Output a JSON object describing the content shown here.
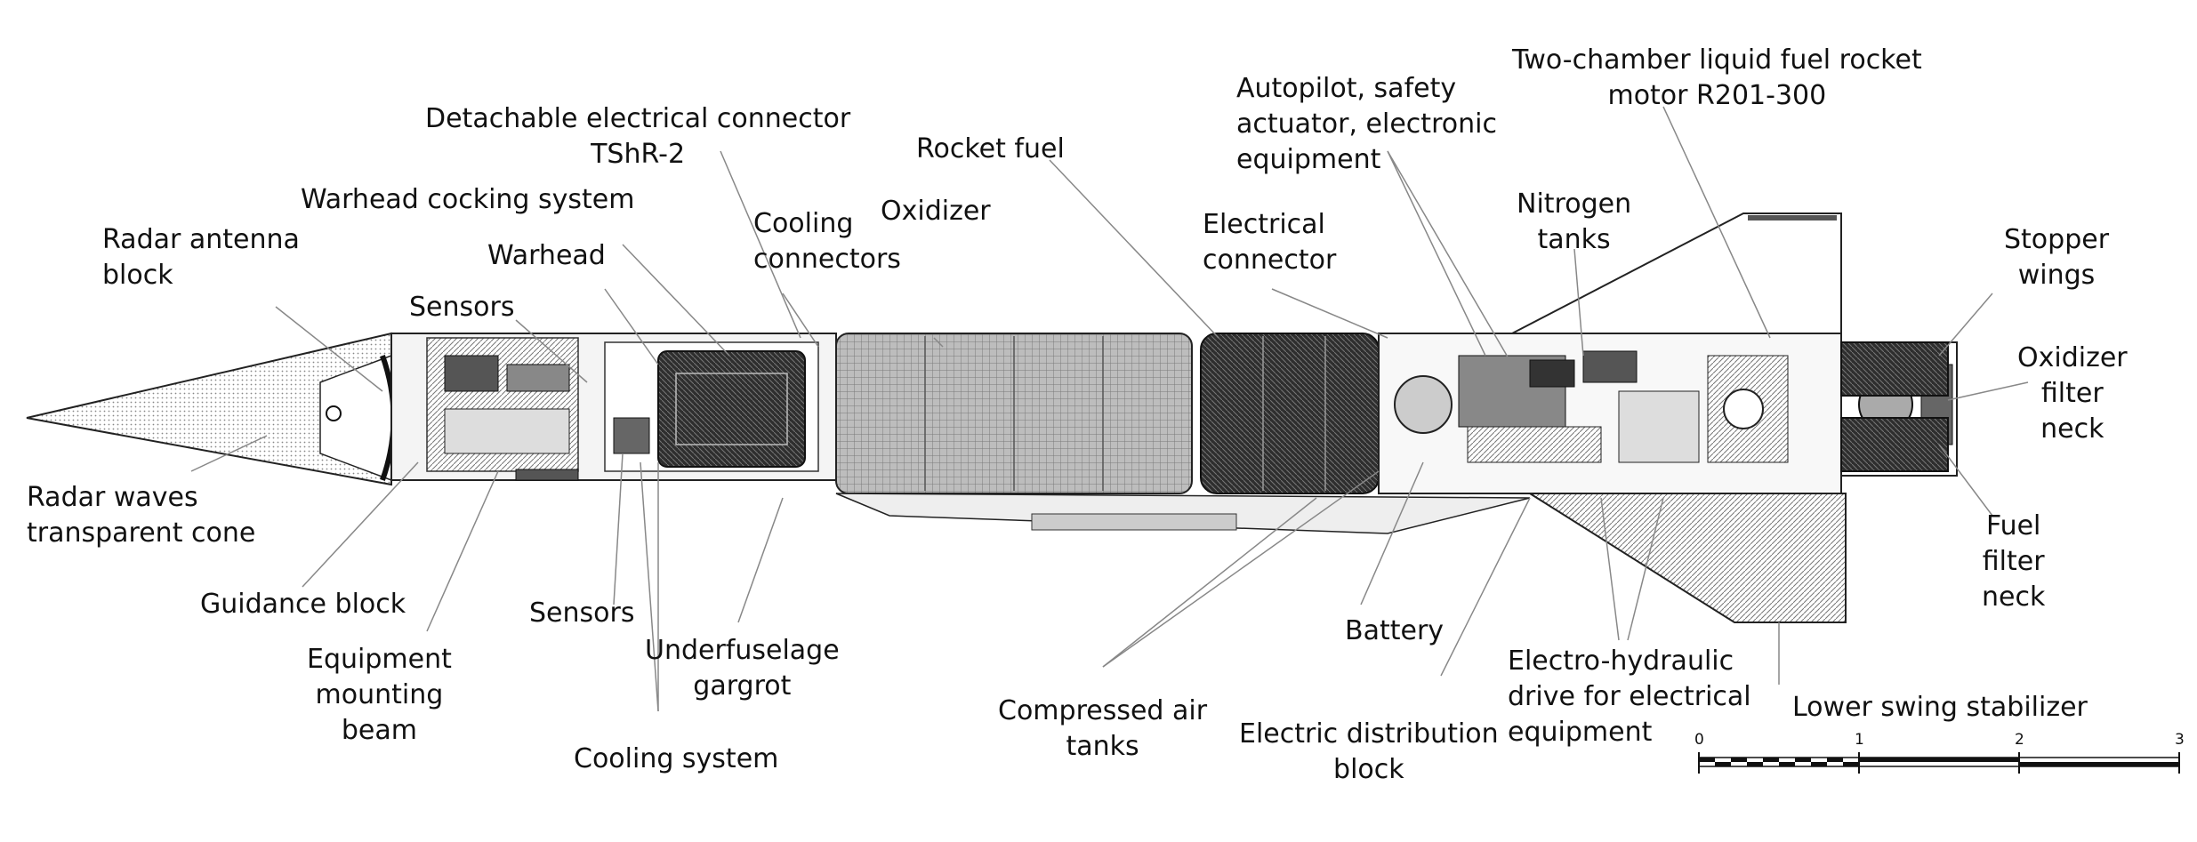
{
  "labels": {
    "radar_cone": [
      "Radar waves",
      "transparent cone"
    ],
    "radar_antenna": [
      "Radar antenna",
      "block"
    ],
    "guidance_block": [
      "Guidance block"
    ],
    "equipment_beam": [
      "Equipment",
      "mounting",
      "beam"
    ],
    "sensors_top": [
      "Sensors"
    ],
    "sensors_bottom": [
      "Sensors"
    ],
    "warhead": [
      "Warhead"
    ],
    "warhead_cocking": [
      "Warhead cocking system"
    ],
    "detachable_connector": [
      "Detachable electrical connector",
      "TShR-2"
    ],
    "cooling_connectors": [
      "Cooling",
      "connectors"
    ],
    "cooling_system": [
      "Cooling system"
    ],
    "underfuselage_gargrot": [
      "Underfuselage",
      "gargrot"
    ],
    "oxidizer": [
      "Oxidizer"
    ],
    "rocket_fuel": [
      "Rocket fuel"
    ],
    "compressed_air": [
      "Compressed air",
      "tanks"
    ],
    "electrical_connector": [
      "Electrical",
      "connector"
    ],
    "autopilot": [
      "Autopilot, safety",
      "actuator, electronic",
      "equipment"
    ],
    "battery": [
      "Battery"
    ],
    "electric_distribution": [
      "Electric distribution",
      "block"
    ],
    "nitrogen_tanks": [
      "Nitrogen",
      "tanks"
    ],
    "two_chamber_motor": [
      "Two-chamber liquid fuel rocket",
      "motor R201-300"
    ],
    "electro_hydraulic": [
      "Electro-hydraulic",
      "drive for electrical",
      "equipment"
    ],
    "stopper_wings": [
      "Stopper",
      "wings"
    ],
    "oxidizer_filter": [
      "Oxidizer",
      "filter",
      "neck"
    ],
    "fuel_filter": [
      "Fuel",
      "filter",
      "neck"
    ],
    "lower_swing_stabilizer": [
      "Lower swing stabilizer"
    ]
  },
  "scale": {
    "ticks": [
      "0",
      "1",
      "2",
      "3"
    ]
  },
  "colors": {
    "ink": "#111111",
    "hatch": "#6a6a6a",
    "tank_dark": "#3a3a3a",
    "line": "#888888"
  }
}
